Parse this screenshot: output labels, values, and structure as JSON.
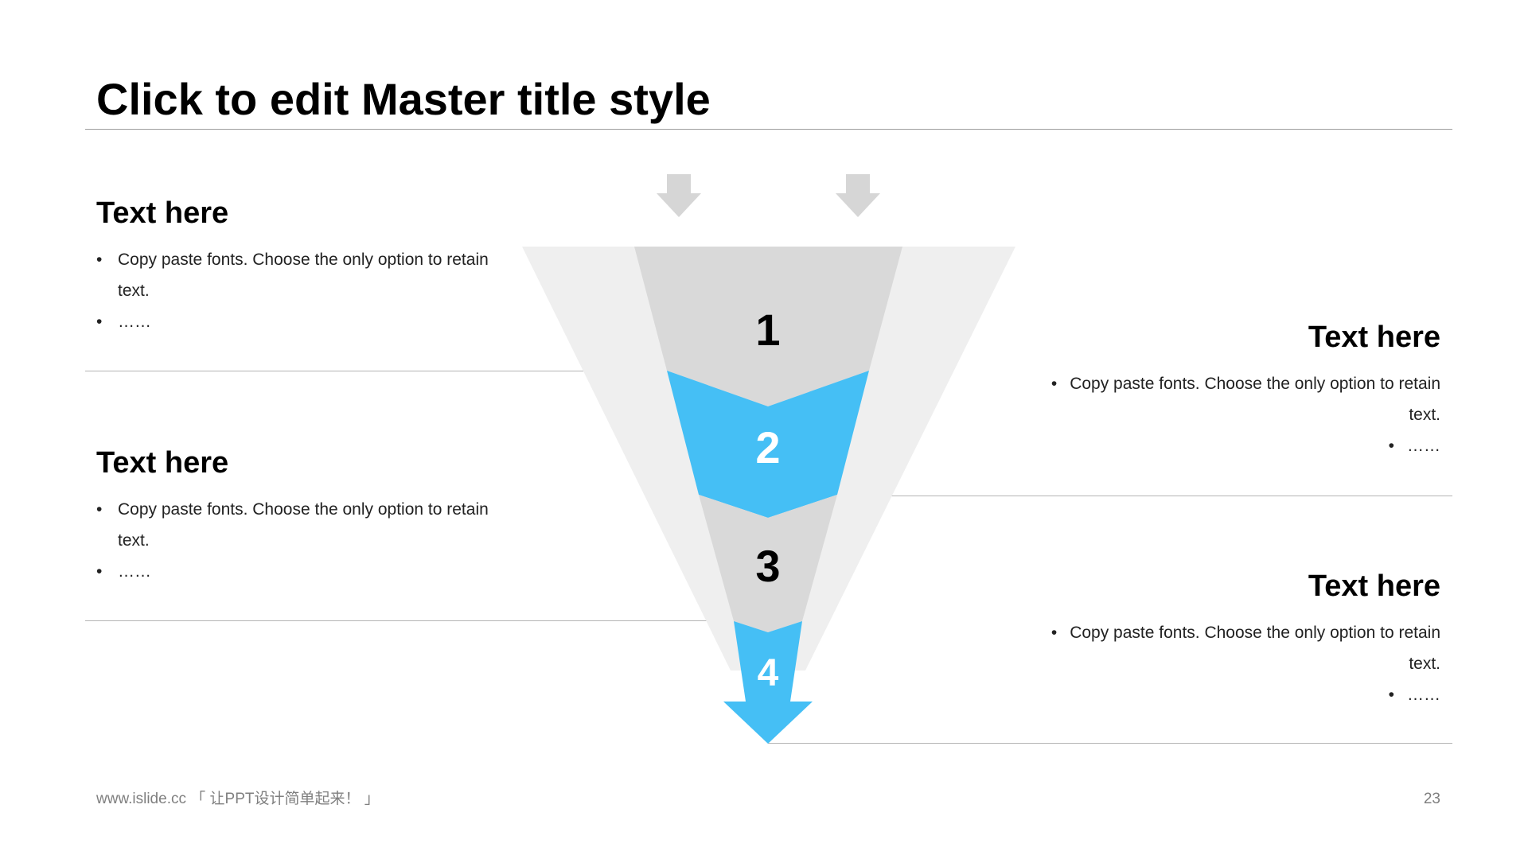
{
  "slide": {
    "title": "Click to edit Master title style",
    "page_number": "23",
    "footer_text": "www.islide.cc 「 让PPT设计简单起来！ 」"
  },
  "colors": {
    "accent": "#45BFF5",
    "light_gray": "#EFEFEF",
    "mid_gray": "#D9D9D9",
    "arrow_gray": "#D6D6D6",
    "rule_gray": "#BFBFBF"
  },
  "funnel": {
    "levels": [
      {
        "number": "1",
        "fill": "gray"
      },
      {
        "number": "2",
        "fill": "blue"
      },
      {
        "number": "3",
        "fill": "gray"
      },
      {
        "number": "4",
        "fill": "blue"
      }
    ],
    "top_arrows": [
      "arrow-down-icon",
      "arrow-down-icon"
    ]
  },
  "blocks": [
    {
      "side": "left",
      "heading": "Text here",
      "bullet_1": "Copy paste fonts. Choose the only option to retain text.",
      "bullet_2": "……",
      "bullet_symbol": "•"
    },
    {
      "side": "left",
      "heading": "Text here",
      "bullet_1": "Copy paste fonts. Choose the only option to retain text.",
      "bullet_2": "……",
      "bullet_symbol": "•"
    },
    {
      "side": "right",
      "heading": "Text here",
      "bullet_1": "Copy paste fonts. Choose the only option to retain text.",
      "bullet_2": "……",
      "bullet_symbol": "•"
    },
    {
      "side": "right",
      "heading": "Text here",
      "bullet_1": "Copy paste fonts. Choose the only option to retain text.",
      "bullet_2": "……",
      "bullet_symbol": "•"
    }
  ]
}
